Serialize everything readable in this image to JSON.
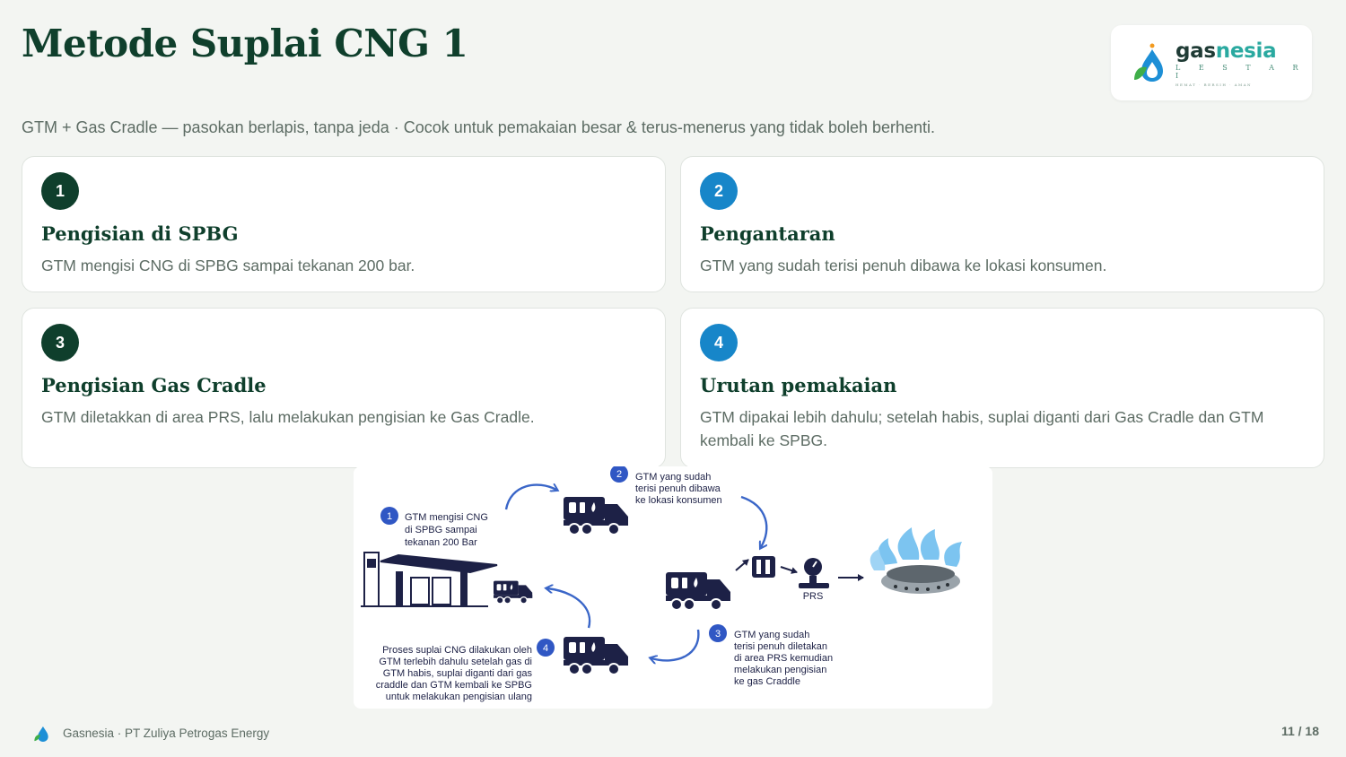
{
  "slide": {
    "title": "Metode Suplai CNG 1",
    "subtitle": "GTM + Gas Cradle — pasokan berlapis, tanpa jeda · Cocok untuk pemakaian besar & terus-menerus yang tidak boleh berhenti."
  },
  "logo": {
    "brand_a": "gas",
    "brand_b": "nesia",
    "sub": "L E S T A R I",
    "tagline": "HEMAT · BERSIH · AMAN"
  },
  "steps": [
    {
      "num": "1",
      "title": "Pengisian di SPBG",
      "desc": "GTM mengisi CNG di SPBG sampai tekanan 200 bar."
    },
    {
      "num": "2",
      "title": "Pengantaran",
      "desc": "GTM yang sudah terisi penuh dibawa ke lokasi konsumen."
    },
    {
      "num": "3",
      "title": "Pengisian Gas Cradle",
      "desc": "GTM diletakkan di area PRS, lalu melakukan pengisian ke Gas Cradle."
    },
    {
      "num": "4",
      "title": "Urutan pemakaian",
      "desc": "GTM dipakai lebih dahulu; setelah habis, suplai diganti dari Gas Cradle dan GTM kembali ke SPBG."
    }
  ],
  "diagram": {
    "step1": {
      "num": "1",
      "lines": [
        "GTM mengisi CNG",
        "di SPBG sampai",
        "tekanan 200 Bar"
      ]
    },
    "step2": {
      "num": "2",
      "lines": [
        "GTM yang sudah",
        "terisi penuh dibawa",
        "ke lokasi konsumen"
      ]
    },
    "step3": {
      "num": "3",
      "lines": [
        "GTM yang sudah",
        "terisi penuh diletakan",
        "di area PRS kemudian",
        "melakukan pengisian",
        "ke gas Craddle"
      ]
    },
    "step4": {
      "num": "4",
      "lines": [
        "Proses suplai CNG dilakukan oleh",
        "GTM terlebih dahulu setelah gas di",
        "GTM habis, suplai diganti dari gas",
        "craddle dan GTM kembali ke SPBG",
        "untuk melakukan pengisian ulang"
      ]
    },
    "prs_label": "PRS"
  },
  "footer": {
    "company": "Gasnesia · PT Zuliya Petrogas Energy",
    "page": "11 / 18"
  },
  "colors": {
    "dark_green": "#0f3f2c",
    "blue": "#1786c9",
    "navy": "#1d2146",
    "flame": "#7cc4f0"
  }
}
